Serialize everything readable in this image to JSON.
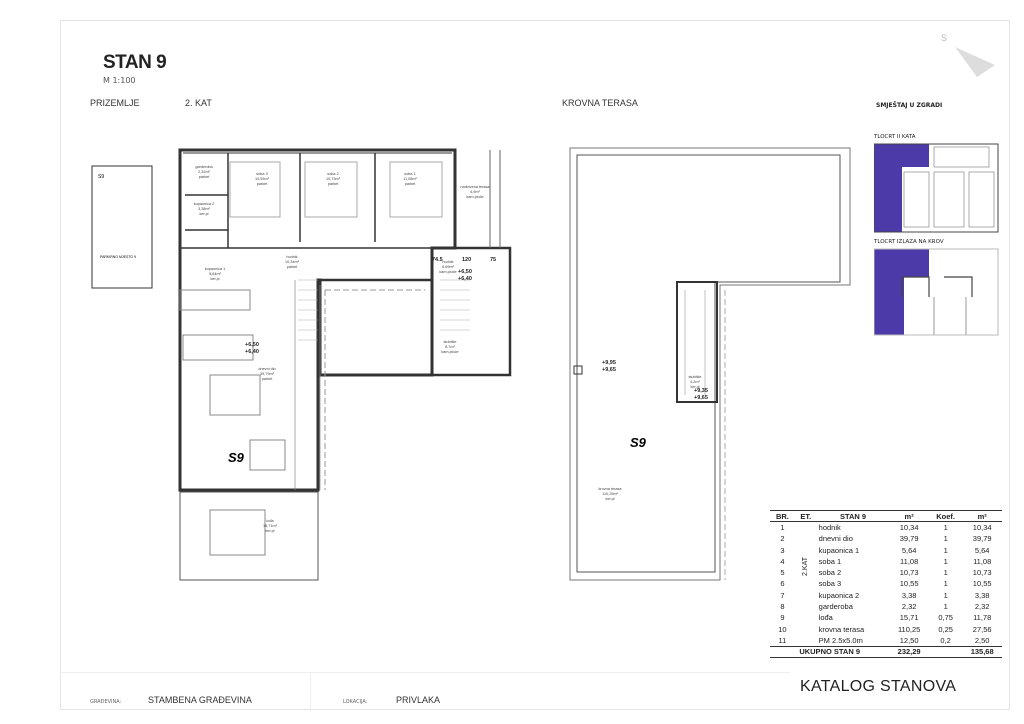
{
  "header": {
    "title": "STAN 9",
    "scale": "M 1:100"
  },
  "plans": {
    "ground_label": "PRIZEMLJE",
    "floor2_label": "2. KAT",
    "roof_label": "KROVNA TERASA",
    "parking": {
      "id": "S9",
      "label": "PARKIRNO MJESTO 9"
    },
    "floor2": {
      "unit": "S9",
      "rooms": [
        {
          "name": "garderoba",
          "area": "2,32m²",
          "floor": "parket"
        },
        {
          "name": "kupaonica 2",
          "area": "3,38m²",
          "floor": "ker.pl"
        },
        {
          "name": "soba 3",
          "area": "10,55m²",
          "floor": "parket"
        },
        {
          "name": "soba 2",
          "area": "10,73m²",
          "floor": "parket"
        },
        {
          "name": "soba 1",
          "area": "11,08m²",
          "floor": "parket"
        },
        {
          "name": "natkrivena terasa",
          "area": "4,9m²",
          "floor": "kam.ploče"
        },
        {
          "name": "hodnik",
          "area": "10,34m²",
          "floor": "parket"
        },
        {
          "name": "kupaonica 1",
          "area": "5,64m²",
          "floor": "ker.pl"
        },
        {
          "name": "hodnik",
          "area": "6,69m²",
          "floor": "kam.ploče"
        },
        {
          "name": "stubište",
          "area": "8,7m²",
          "floor": "kam.ploče"
        },
        {
          "name": "dnevni dio",
          "area": "39,79m²",
          "floor": "parket"
        },
        {
          "name": "lođa",
          "area": "15,71m²",
          "floor": "ker.pl"
        }
      ],
      "levels": [
        "+6,50",
        "+6,40"
      ],
      "dims": [
        "74.5",
        "120",
        "75"
      ]
    },
    "roof": {
      "unit": "S9",
      "rooms": [
        {
          "name": "krovna terasa",
          "area": "110,25m²",
          "floor": "ker.pl"
        },
        {
          "name": "stubište",
          "area": "4,2m²",
          "floor": "ker.pl"
        }
      ],
      "levels_terrace": [
        "+9,95",
        "+9,65"
      ],
      "levels_stair": [
        "+9,35",
        "+9,65"
      ]
    }
  },
  "location": {
    "title": "SMJEŠTAJ U ZGRADI",
    "thumb1": "TLOCRT II KATA",
    "thumb2": "TLOCRT IZLAZA NA KROV",
    "highlight_color": "#4b3aa8"
  },
  "table": {
    "headers": [
      "BR.",
      "ET.",
      "STAN 9",
      "m²",
      "Koef.",
      "m²"
    ],
    "floor": "2.KAT",
    "rows": [
      [
        "1",
        "hodnik",
        "10,34",
        "1",
        "10,34"
      ],
      [
        "2",
        "dnevni dio",
        "39,79",
        "1",
        "39,79"
      ],
      [
        "3",
        "kupaonica 1",
        "5,64",
        "1",
        "5,64"
      ],
      [
        "4",
        "soba 1",
        "11,08",
        "1",
        "11,08"
      ],
      [
        "5",
        "soba 2",
        "10,73",
        "1",
        "10,73"
      ],
      [
        "6",
        "soba 3",
        "10,55",
        "1",
        "10,55"
      ],
      [
        "7",
        "kupaonica 2",
        "3,38",
        "1",
        "3,38"
      ],
      [
        "8",
        "garderoba",
        "2,32",
        "1",
        "2,32"
      ],
      [
        "9",
        "lođa",
        "15,71",
        "0,75",
        "11,78"
      ],
      [
        "10",
        "krovna terasa",
        "110,25",
        "0,25",
        "27,56"
      ],
      [
        "11",
        "PM 2.5x5.0m",
        "12,50",
        "0,2",
        "2,50"
      ]
    ],
    "total": {
      "label": "UKUPNO STAN 9",
      "area": "232,29",
      "weighted": "135,68"
    }
  },
  "footer": {
    "building_label": "GRAĐEVINA:",
    "building": "STAMBENA GRAĐEVINA",
    "location_label": "LOKACIJA:",
    "location": "PRIVLAKA",
    "catalog": "KATALOG STANOVA"
  }
}
